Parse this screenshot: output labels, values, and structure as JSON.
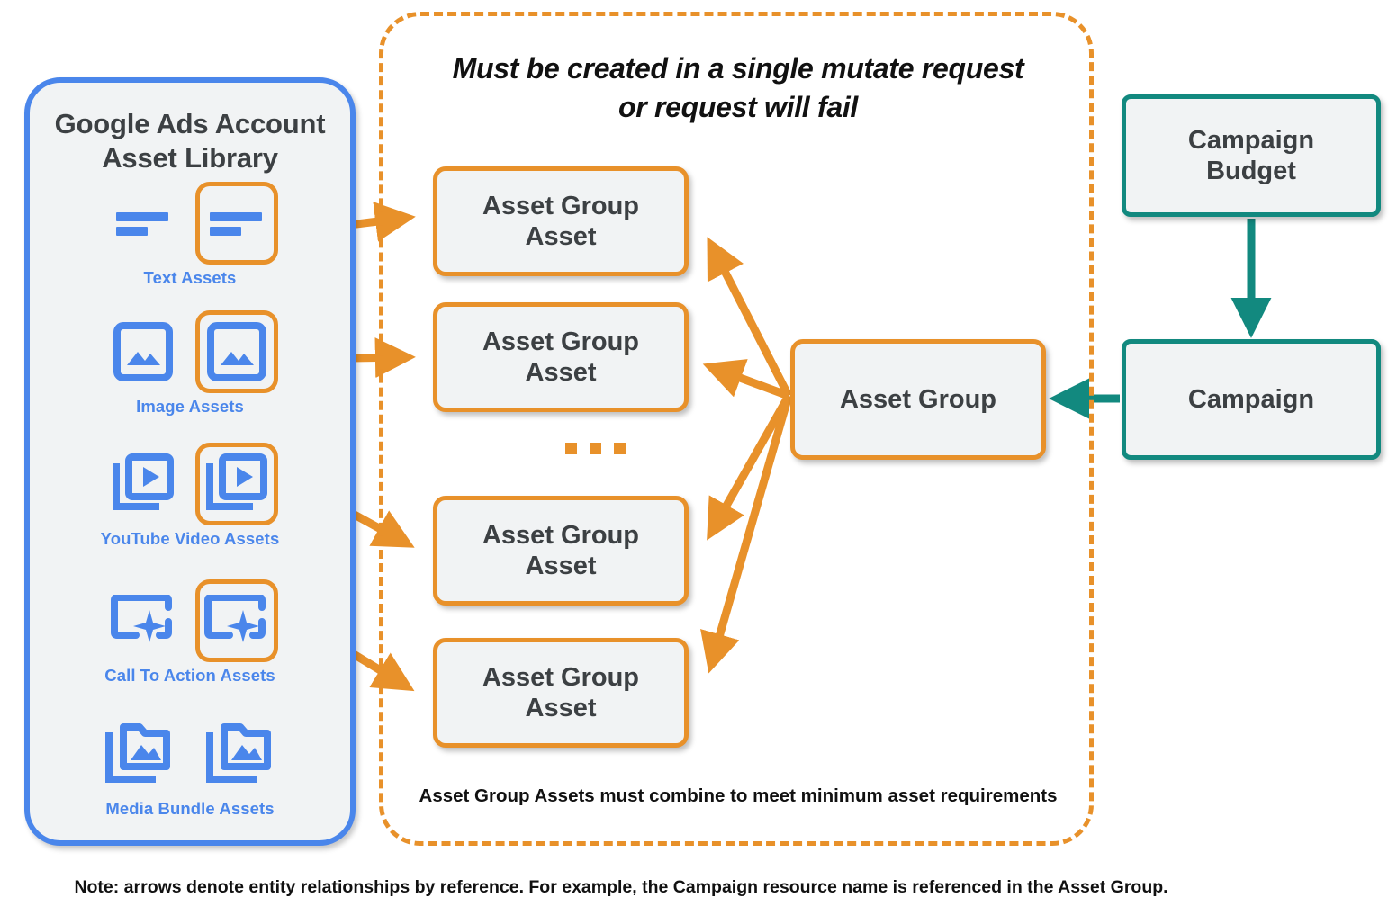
{
  "colors": {
    "orange": "#e8912a",
    "blue": "#4a86eb",
    "teal": "#12897f",
    "node_fill": "#f1f3f4",
    "text_dark": "#3c4043",
    "text_black": "#111111"
  },
  "library": {
    "title_line1": "Google Ads Account",
    "title_line2": "Asset Library",
    "assets": [
      {
        "caption": "Text Assets",
        "icon": "text-lines-icon"
      },
      {
        "caption": "Image Assets",
        "icon": "image-picture-icon"
      },
      {
        "caption": "YouTube Video  Assets",
        "icon": "video-stack-play-icon"
      },
      {
        "caption": "Call To Action Assets",
        "icon": "call-to-action-sparkle-icon"
      },
      {
        "caption": "Media Bundle  Assets",
        "icon": "media-bundle-folder-icon"
      }
    ]
  },
  "mutate_panel": {
    "heading_line1": "Must be created in a single mutate request",
    "heading_line2": "or request will fail",
    "footnote": "Asset Group Assets must combine to meet minimum asset requirements",
    "asset_group_assets": [
      {
        "line1": "Asset Group",
        "line2": "Asset"
      },
      {
        "line1": "Asset Group",
        "line2": "Asset"
      },
      {
        "line1": "Asset Group",
        "line2": "Asset"
      },
      {
        "line1": "Asset Group",
        "line2": "Asset"
      }
    ],
    "ellipsis": "..."
  },
  "nodes": {
    "asset_group": "Asset Group",
    "campaign_budget_line1": "Campaign",
    "campaign_budget_line2": "Budget",
    "campaign": "Campaign"
  },
  "page_note": "Note: arrows denote entity relationships by reference. For example, the Campaign resource name is referenced in the Asset Group."
}
